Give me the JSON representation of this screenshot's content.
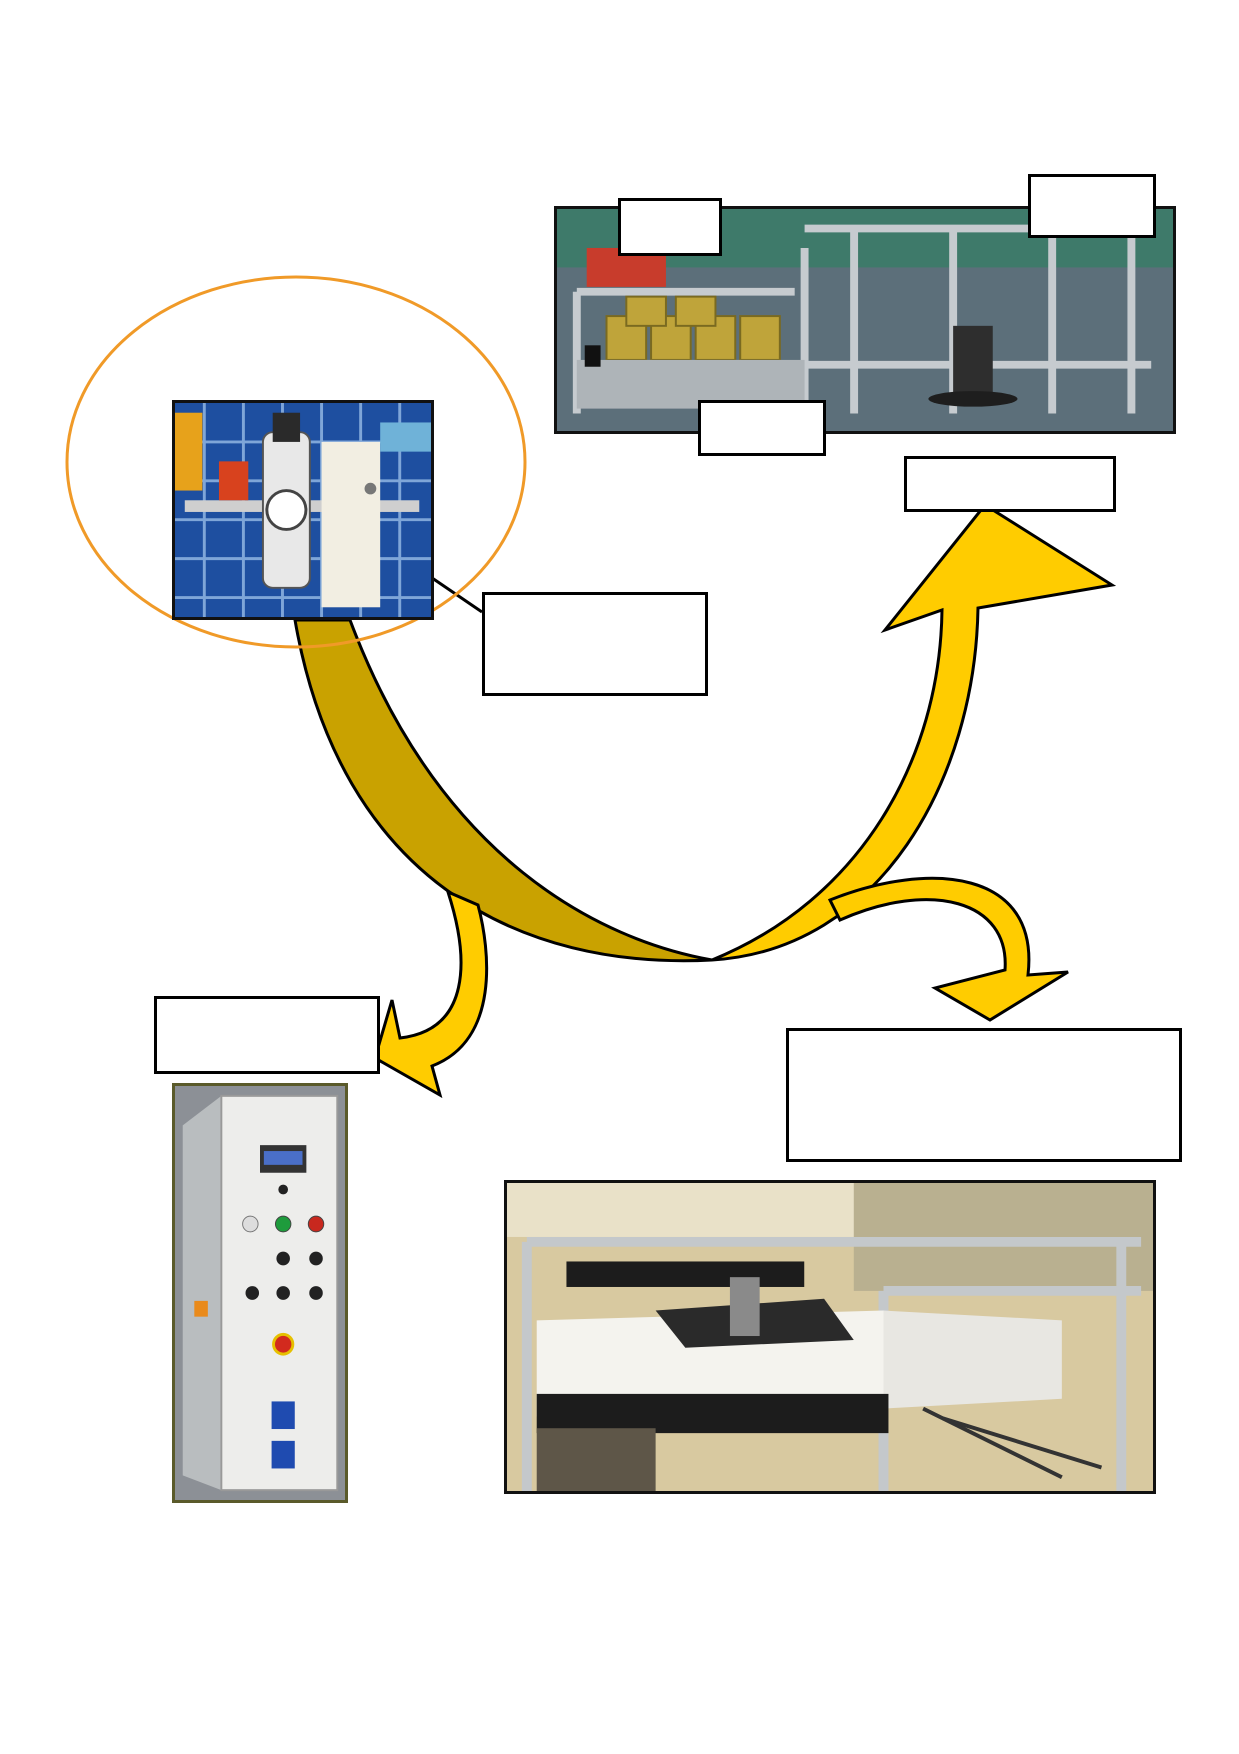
{
  "colors": {
    "arrow_yellow": "#FFCC00",
    "arrow_dark_yellow": "#C9A200",
    "ellipse_orange": "#F09A28",
    "outline": "#000000",
    "photo_frame_dark": "#111111",
    "cabinet_frame_olive": "#5A5A2A"
  },
  "labels": {
    "top_left_small": "",
    "top_right_small": "",
    "mid_under_photo": "",
    "right_under_photo": "",
    "unit_callout": "",
    "cabinet_label": "",
    "station_label": ""
  },
  "photos": {
    "air_unit": {
      "icon": "air-filter-regulator-photo"
    },
    "line": {
      "icon": "can-handling-line-photo"
    },
    "cabinet": {
      "icon": "control-cabinet-photo"
    },
    "station": {
      "icon": "press-station-photo"
    }
  }
}
